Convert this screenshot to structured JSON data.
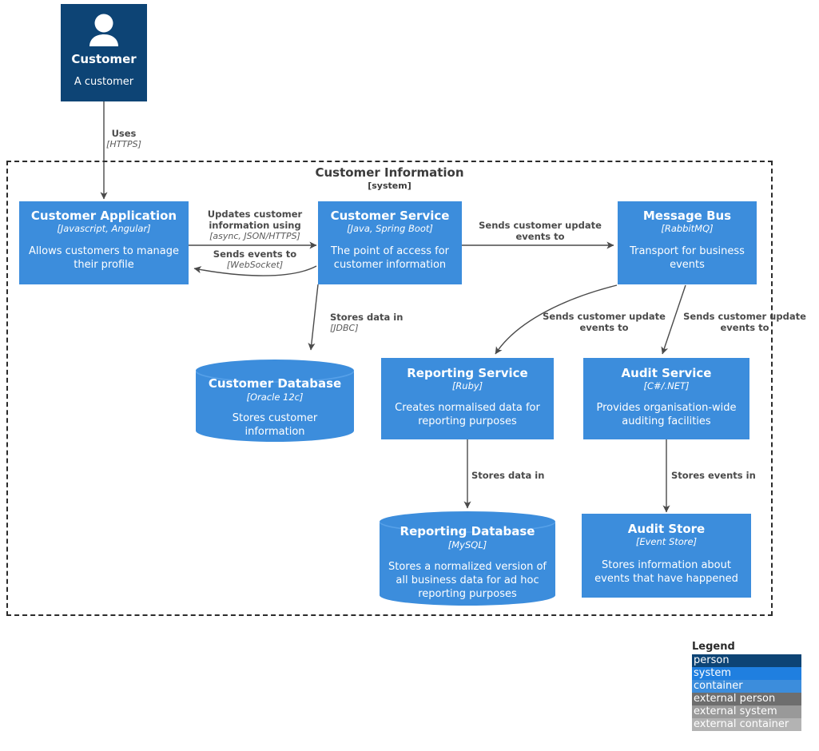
{
  "diagram": {
    "type": "c4-container-diagram"
  },
  "boundary": {
    "title": "Customer Information",
    "subtitle": "[system]"
  },
  "nodes": [
    {
      "id": "customer",
      "kind": "person",
      "icon": "person-icon",
      "name": "Customer",
      "tech": "",
      "desc": "A customer"
    },
    {
      "id": "customer-application",
      "kind": "container",
      "name": "Customer Application",
      "tech": "[Javascript, Angular]",
      "desc": "Allows customers to manage their profile"
    },
    {
      "id": "customer-service",
      "kind": "container",
      "name": "Customer Service",
      "tech": "[Java, Spring Boot]",
      "desc": "The point of access for customer information"
    },
    {
      "id": "message-bus",
      "kind": "container",
      "name": "Message Bus",
      "tech": "[RabbitMQ]",
      "desc": "Transport for business events"
    },
    {
      "id": "customer-database",
      "kind": "database",
      "name": "Customer Database",
      "tech": "[Oracle 12c]",
      "desc": "Stores customer information"
    },
    {
      "id": "reporting-service",
      "kind": "container",
      "name": "Reporting Service",
      "tech": "[Ruby]",
      "desc": "Creates normalised data for reporting purposes"
    },
    {
      "id": "audit-service",
      "kind": "container",
      "name": "Audit Service",
      "tech": "[C#/.NET]",
      "desc": "Provides organisation-wide auditing facilities"
    },
    {
      "id": "reporting-database",
      "kind": "database",
      "name": "Reporting Database",
      "tech": "[MySQL]",
      "desc": "Stores a normalized version of all business data for ad hoc reporting purposes"
    },
    {
      "id": "audit-store",
      "kind": "container",
      "name": "Audit Store",
      "tech": "[Event Store]",
      "desc": "Stores information about events that have happened"
    }
  ],
  "edges": [
    {
      "id": "uses",
      "from": "customer",
      "to": "customer-application",
      "label": "Uses",
      "tech": "[HTTPS]"
    },
    {
      "id": "updates",
      "from": "customer-application",
      "to": "customer-service",
      "label": "Updates customer information using",
      "tech": "[async, JSON/HTTPS]"
    },
    {
      "id": "sends-events",
      "from": "customer-service",
      "to": "customer-application",
      "label": "Sends events to",
      "tech": "[WebSocket]"
    },
    {
      "id": "cs-to-bus",
      "from": "customer-service",
      "to": "message-bus",
      "label": "Sends customer update events to",
      "tech": ""
    },
    {
      "id": "cs-stores",
      "from": "customer-service",
      "to": "customer-database",
      "label": "Stores data in",
      "tech": "[JDBC]"
    },
    {
      "id": "bus-to-report",
      "from": "message-bus",
      "to": "reporting-service",
      "label": "Sends customer update events to",
      "tech": ""
    },
    {
      "id": "bus-to-audit",
      "from": "message-bus",
      "to": "audit-service",
      "label": "Sends customer update events to",
      "tech": ""
    },
    {
      "id": "rs-stores",
      "from": "reporting-service",
      "to": "reporting-database",
      "label": "Stores data in",
      "tech": ""
    },
    {
      "id": "as-stores",
      "from": "audit-service",
      "to": "audit-store",
      "label": "Stores events in",
      "tech": ""
    }
  ],
  "legend": {
    "title": "Legend",
    "items": [
      {
        "label": "person",
        "color": "#0d4475"
      },
      {
        "label": "system",
        "color": "#1f7fe0"
      },
      {
        "label": "container",
        "color": "#3c8ddc"
      },
      {
        "label": "external person",
        "color": "#6e6e6e"
      },
      {
        "label": "external system",
        "color": "#999999"
      },
      {
        "label": "external container",
        "color": "#b3b3b3"
      }
    ]
  },
  "colors": {
    "person": "#0d4475",
    "container": "#3c8ddc",
    "database": "#3c8ddc",
    "edge": "#4a4a4a",
    "boundary": "#2b2b2b",
    "background": "#ffffff"
  }
}
